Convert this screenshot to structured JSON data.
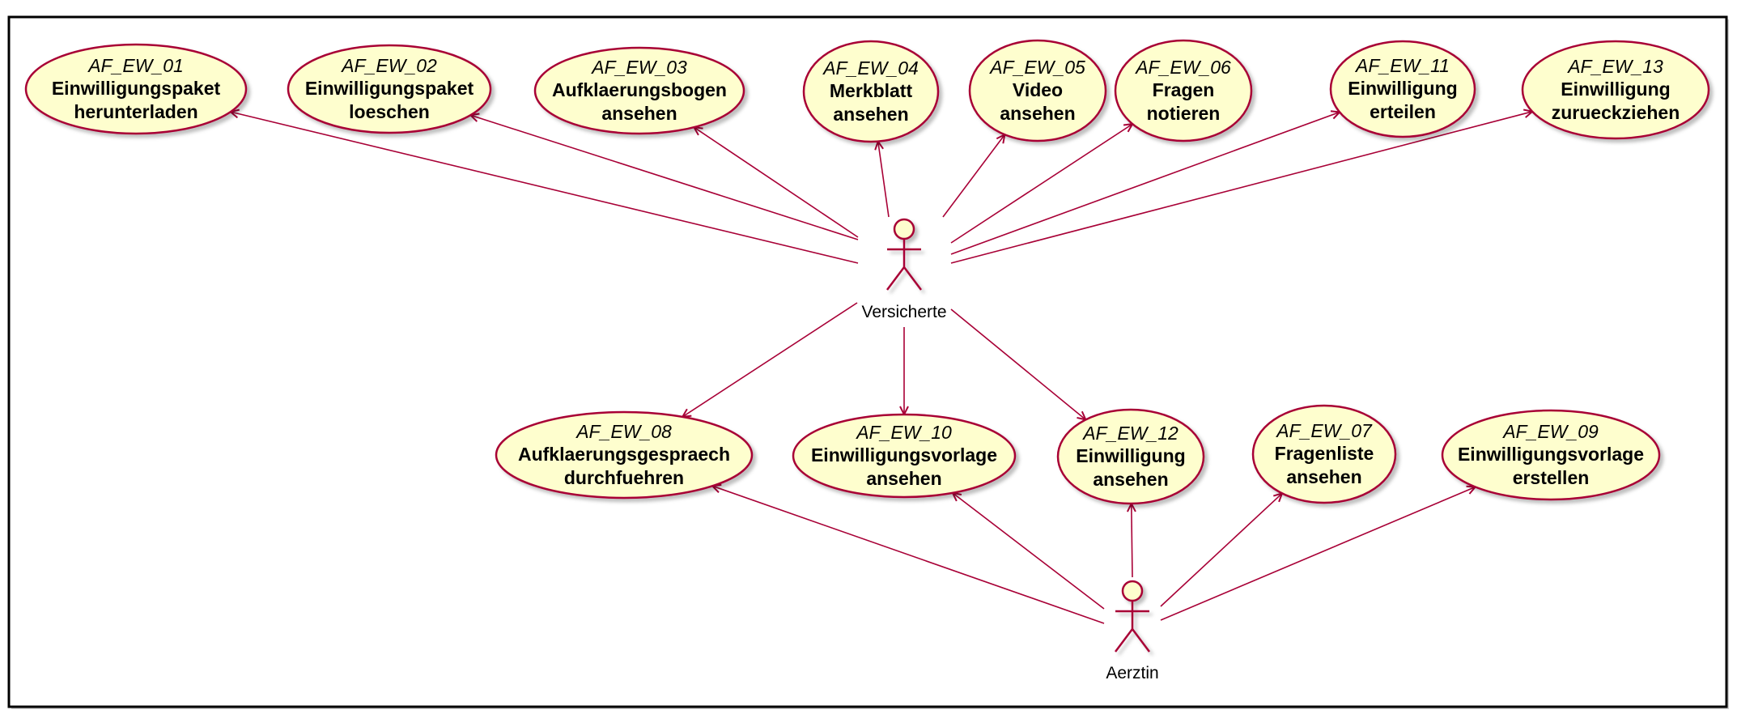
{
  "colors": {
    "border": "#a80036",
    "fill": "#fefece",
    "frame": "#000000",
    "shadow": "#d0d0d0"
  },
  "actors": {
    "versicherte": {
      "label": "Versicherte"
    },
    "aerztin": {
      "label": "Aerztin"
    }
  },
  "use_cases": [
    {
      "id": "AF_EW_01",
      "line1": "Einwilligungspaket",
      "line2": "herunterladen"
    },
    {
      "id": "AF_EW_02",
      "line1": "Einwilligungspaket",
      "line2": "loeschen"
    },
    {
      "id": "AF_EW_03",
      "line1": "Aufklaerungsbogen",
      "line2": "ansehen"
    },
    {
      "id": "AF_EW_04",
      "line1": "Merkblatt",
      "line2": "ansehen"
    },
    {
      "id": "AF_EW_05",
      "line1": "Video",
      "line2": "ansehen"
    },
    {
      "id": "AF_EW_06",
      "line1": "Fragen",
      "line2": "notieren"
    },
    {
      "id": "AF_EW_11",
      "line1": "Einwilligung",
      "line2": "erteilen"
    },
    {
      "id": "AF_EW_13",
      "line1": "Einwilligung",
      "line2": "zurueckziehen"
    },
    {
      "id": "AF_EW_08",
      "line1": "Aufklaerungsgespraech",
      "line2": "durchfuehren"
    },
    {
      "id": "AF_EW_10",
      "line1": "Einwilligungsvorlage",
      "line2": "ansehen"
    },
    {
      "id": "AF_EW_12",
      "line1": "Einwilligung",
      "line2": "ansehen"
    },
    {
      "id": "AF_EW_07",
      "line1": "Fragenliste",
      "line2": "ansehen"
    },
    {
      "id": "AF_EW_09",
      "line1": "Einwilligungsvorlage",
      "line2": "erstellen"
    }
  ],
  "associations": [
    {
      "from": "versicherte",
      "to": "AF_EW_01"
    },
    {
      "from": "versicherte",
      "to": "AF_EW_02"
    },
    {
      "from": "versicherte",
      "to": "AF_EW_03"
    },
    {
      "from": "versicherte",
      "to": "AF_EW_04"
    },
    {
      "from": "versicherte",
      "to": "AF_EW_05"
    },
    {
      "from": "versicherte",
      "to": "AF_EW_06"
    },
    {
      "from": "versicherte",
      "to": "AF_EW_11"
    },
    {
      "from": "versicherte",
      "to": "AF_EW_13"
    },
    {
      "from": "versicherte",
      "to": "AF_EW_08"
    },
    {
      "from": "versicherte",
      "to": "AF_EW_10"
    },
    {
      "from": "versicherte",
      "to": "AF_EW_12"
    },
    {
      "from": "aerztin",
      "to": "AF_EW_08"
    },
    {
      "from": "aerztin",
      "to": "AF_EW_10"
    },
    {
      "from": "aerztin",
      "to": "AF_EW_12"
    },
    {
      "from": "aerztin",
      "to": "AF_EW_07"
    },
    {
      "from": "aerztin",
      "to": "AF_EW_09"
    }
  ]
}
